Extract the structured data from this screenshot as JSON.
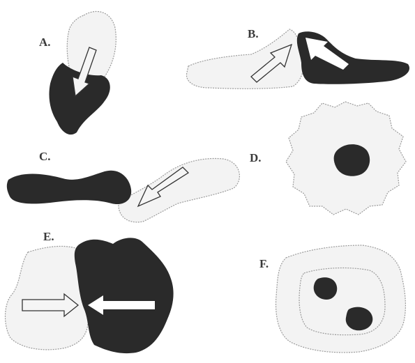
{
  "figure": {
    "colors": {
      "background": "#ffffff",
      "light_cell": "#f3f3f3",
      "dark_cell": "#2a2a2a",
      "outline": "#9a9a9a"
    },
    "panels": [
      {
        "label": "A.",
        "arrows": [
          "open-arrow"
        ]
      },
      {
        "label": "B.",
        "arrows": [
          "open-arrow",
          "solid-arrow"
        ]
      },
      {
        "label": "C.",
        "arrows": [
          "open-arrow"
        ]
      },
      {
        "label": "D.",
        "arrows": []
      },
      {
        "label": "E.",
        "arrows": [
          "open-arrow",
          "solid-arrow"
        ]
      },
      {
        "label": "F.",
        "arrows": []
      }
    ]
  }
}
